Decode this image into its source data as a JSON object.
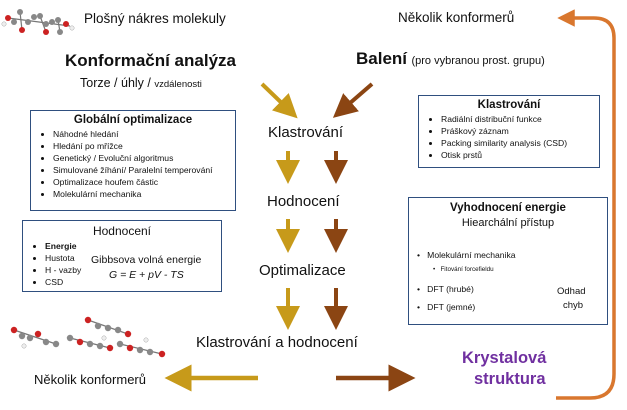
{
  "top": {
    "molecule_label": "Plošný nákres molekuly",
    "conformers_top": "Několik konformerů"
  },
  "conformational": {
    "title": "Konformační analýza",
    "sub_a": "Torze / ",
    "sub_b": "úhly / ",
    "sub_c": "vzdálenosti"
  },
  "packing": {
    "title": "Balení",
    "note": "(pro vybranou prost. grupu)"
  },
  "flow": {
    "step1": "Klastrování",
    "step2": "Hodnocení",
    "step3": "Optimalizace",
    "step4": "Klastrování a hodnocení"
  },
  "global_opt": {
    "title": "Globální optimalizace",
    "items": [
      "Náhodné hledání",
      "Hledání po mřížce",
      "Genetický / Evoluční algoritmus",
      "Simulované žíhání/ Paralelní temperování",
      "Optimalizace houfem částic",
      "Molekulární mechanika"
    ]
  },
  "evaluation": {
    "title": "Hodnocení",
    "items": [
      "Energie",
      "Hustota",
      "H - vazby",
      "CSD"
    ],
    "gibbs_label": "Gibbsova volná energie",
    "gibbs_formula": "G = E + pV - TS"
  },
  "clustering": {
    "title": "Klastrování",
    "items": [
      "Radiální distribuční funkce",
      "Práškový záznam",
      "Packing similarity analysis (CSD)",
      "Otisk prstů"
    ]
  },
  "energy": {
    "title": "Vyhodnocení energie",
    "subtitle": "Hiearchální přístup",
    "item1": "Molekulární mechanika",
    "item1_sub": "Fitování forcefieldu",
    "item2": "DFT (hrubé)",
    "item3": "DFT (jemné)",
    "error_label_1": "Odhad",
    "error_label_2": "chyb"
  },
  "bottom": {
    "conformers_bottom": "Několik konformerů",
    "crystal_1": "Krystalová",
    "crystal_2": "struktura"
  },
  "colors": {
    "gold": "#C79A1A",
    "brown": "#8B4513",
    "orange": "#D9772E",
    "purple": "#7030A0",
    "box_border": "#2f4f7f",
    "blue_arrow": "#2E6DB4"
  }
}
